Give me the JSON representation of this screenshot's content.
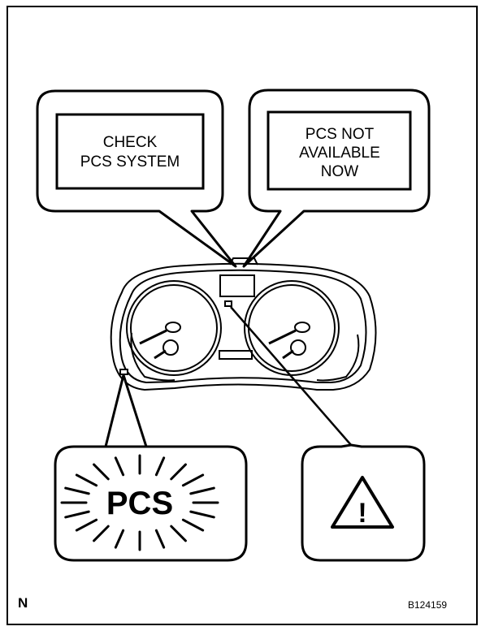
{
  "callouts": {
    "check_message": [
      "CHECK",
      "PCS SYSTEM"
    ],
    "not_available_message": [
      "PCS NOT",
      "AVAILABLE",
      "NOW"
    ],
    "pcs_indicator": "PCS",
    "warning_symbol": "!"
  },
  "footer": {
    "corner_letter": "N",
    "figure_id": "B124159"
  }
}
